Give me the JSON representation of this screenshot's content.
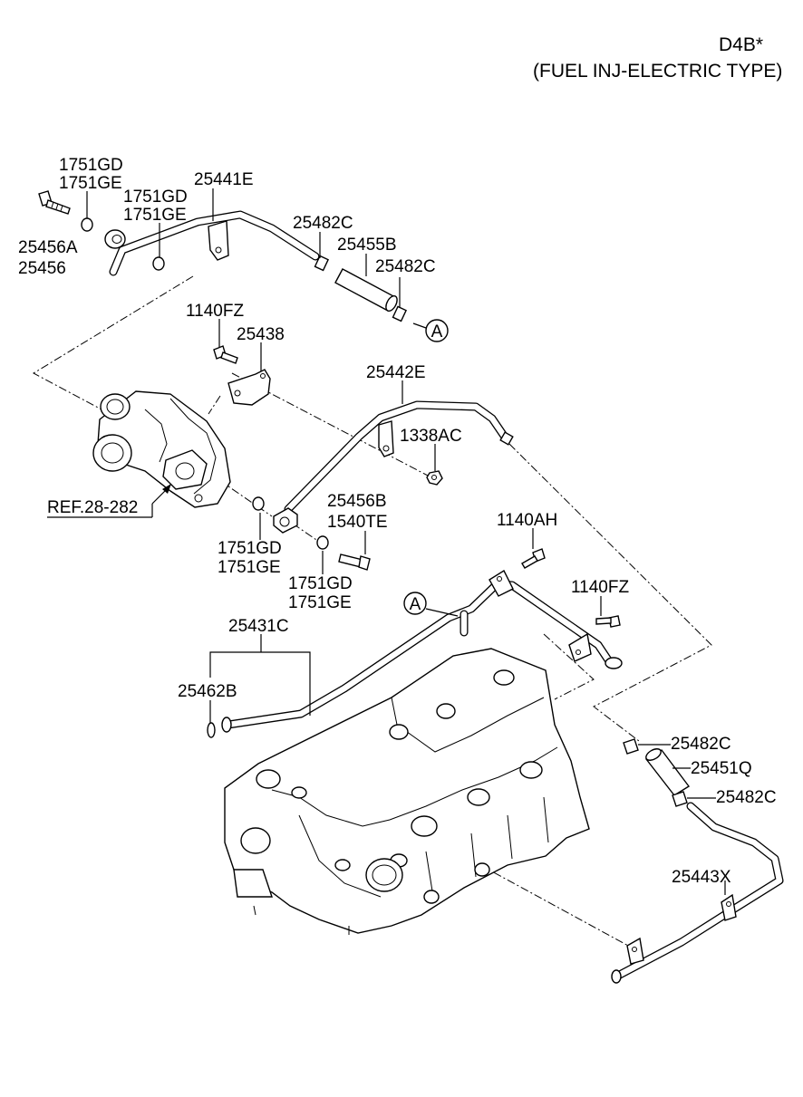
{
  "header": {
    "model": "D4B*",
    "variant": "(FUEL INJ-ELECTRIC TYPE)"
  },
  "labels": {
    "l1751gd_a": "1751GD",
    "l1751ge_a": "1751GE",
    "l25441e": "25441E",
    "l1751gd_b": "1751GD",
    "l1751ge_b": "1751GE",
    "l25456a": "25456A",
    "l25456": "25456",
    "l25482c_a": "25482C",
    "l25455b": "25455B",
    "l25482c_b": "25482C",
    "l1140fz_a": "1140FZ",
    "l25438": "25438",
    "l25442e": "25442E",
    "l1338ac": "1338AC",
    "ref": "REF.28-282",
    "l25456b": "25456B",
    "l1540te": "1540TE",
    "l1140ah": "1140AH",
    "l1751gd_c": "1751GD",
    "l1751ge_c": "1751GE",
    "l1751gd_d": "1751GD",
    "l1751ge_d": "1751GE",
    "l1140fz_b": "1140FZ",
    "l25431c": "25431C",
    "l25462b": "25462B",
    "l25482c_c": "25482C",
    "l25451q": "25451Q",
    "l25482c_d": "25482C",
    "l25443x": "25443X"
  },
  "markers": {
    "a_top": "A",
    "a_mid": "A"
  }
}
